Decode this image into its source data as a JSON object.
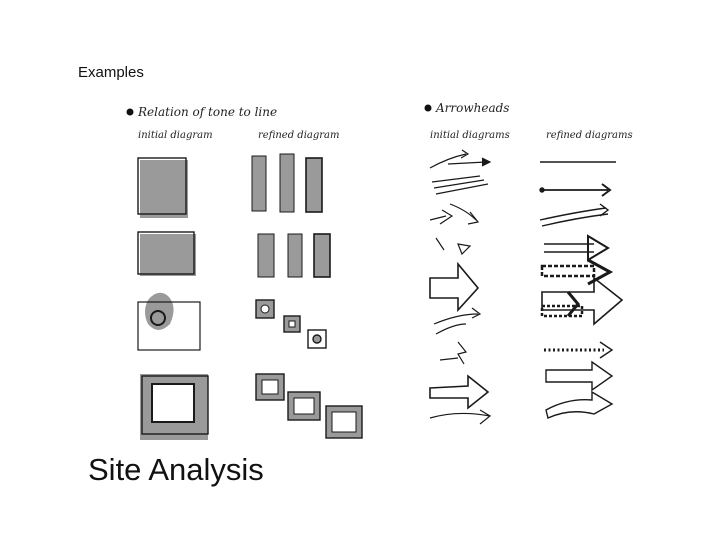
{
  "slide": {
    "heading": "Examples",
    "title": "Site Analysis"
  },
  "left_panel": {
    "title": "Relation of tone to line",
    "col1": "initial diagram",
    "col2": "refined diagram"
  },
  "right_panel": {
    "title": "Arrowheads",
    "col1": "initial diagrams",
    "col2": "refined diagrams"
  },
  "colors": {
    "tone": "#9a9a9a",
    "ink": "#1a1a1a",
    "paper": "#ffffff"
  }
}
